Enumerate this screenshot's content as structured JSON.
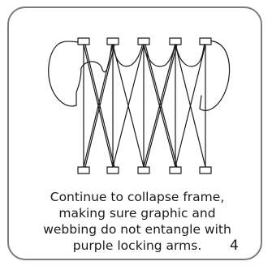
{
  "instruction": {
    "lines": [
      "Continue to collapse frame,",
      "making sure graphic and",
      "webbing do not entangle with",
      "purple locking arms."
    ],
    "step_number": "4"
  },
  "colors": {
    "border": "#7c7c7c",
    "lines": "#1a1a1a",
    "background": "#ffffff"
  }
}
